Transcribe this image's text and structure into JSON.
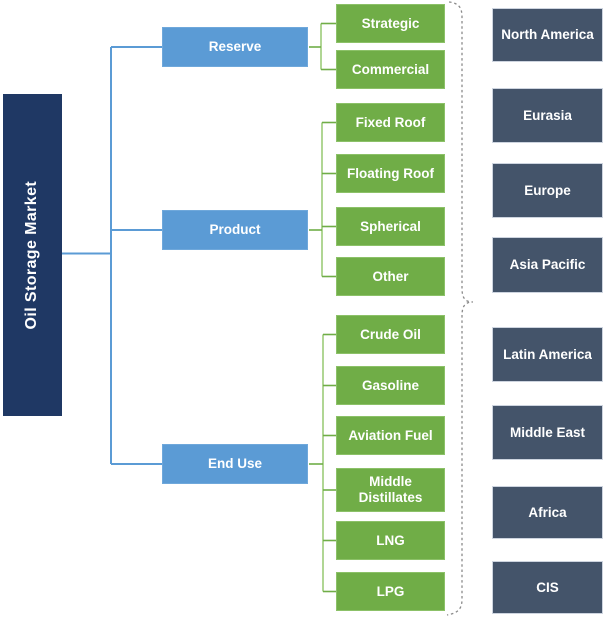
{
  "root": {
    "label": "Oil Storage Market"
  },
  "tree": {
    "branches": [
      {
        "label": "Reserve",
        "children": [
          "Strategic",
          "Commercial"
        ]
      },
      {
        "label": "Product",
        "children": [
          "Fixed Roof",
          "Floating Roof",
          "Spherical",
          "Other"
        ]
      },
      {
        "label": "End Use",
        "children": [
          "Crude Oil",
          "Gasoline",
          "Aviation Fuel",
          "Middle Distillates",
          "LNG",
          "LPG"
        ]
      }
    ]
  },
  "regions": [
    "North America",
    "Eurasia",
    "Europe",
    "Asia Pacific",
    "Latin America",
    "Middle East",
    "Africa",
    "CIS"
  ],
  "colors": {
    "root_box": "#1F3864",
    "branch_box": "#5B9BD5",
    "leaf_box": "#70AD47",
    "region_box": "#44546A",
    "blue_connector": "#5B9BD5",
    "green_connector": "#70AD47",
    "green_bracket": "#9CCC7A",
    "brace_dashed": "#8A8A8A",
    "text": "#FFFFFF"
  }
}
